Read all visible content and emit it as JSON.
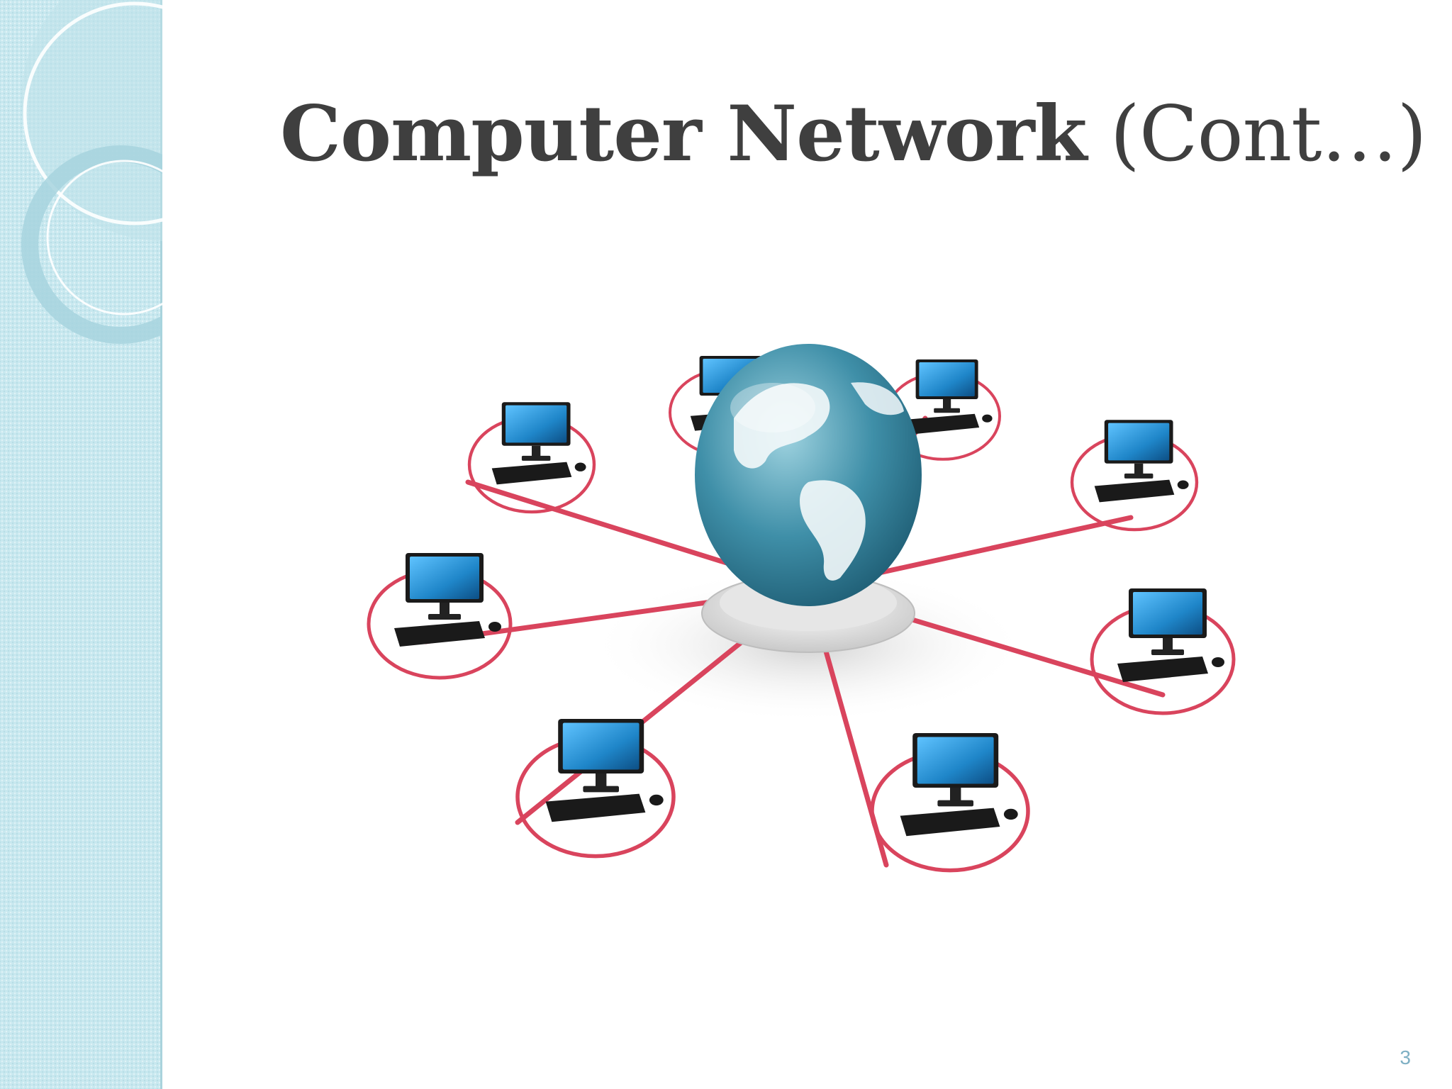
{
  "slide": {
    "title_bold": "Computer Network",
    "title_rest": " (Cont…)",
    "page_number": "3"
  },
  "figure": {
    "hub_icon": "globe-icon",
    "node_icon": "desktop-computer-icon",
    "node_count": 8
  },
  "colors": {
    "band": "#c8e8ef",
    "link": "#d9445d",
    "screen": "#1f86c9",
    "title": "#3f3f3f",
    "page_number": "#7fb0c4"
  }
}
